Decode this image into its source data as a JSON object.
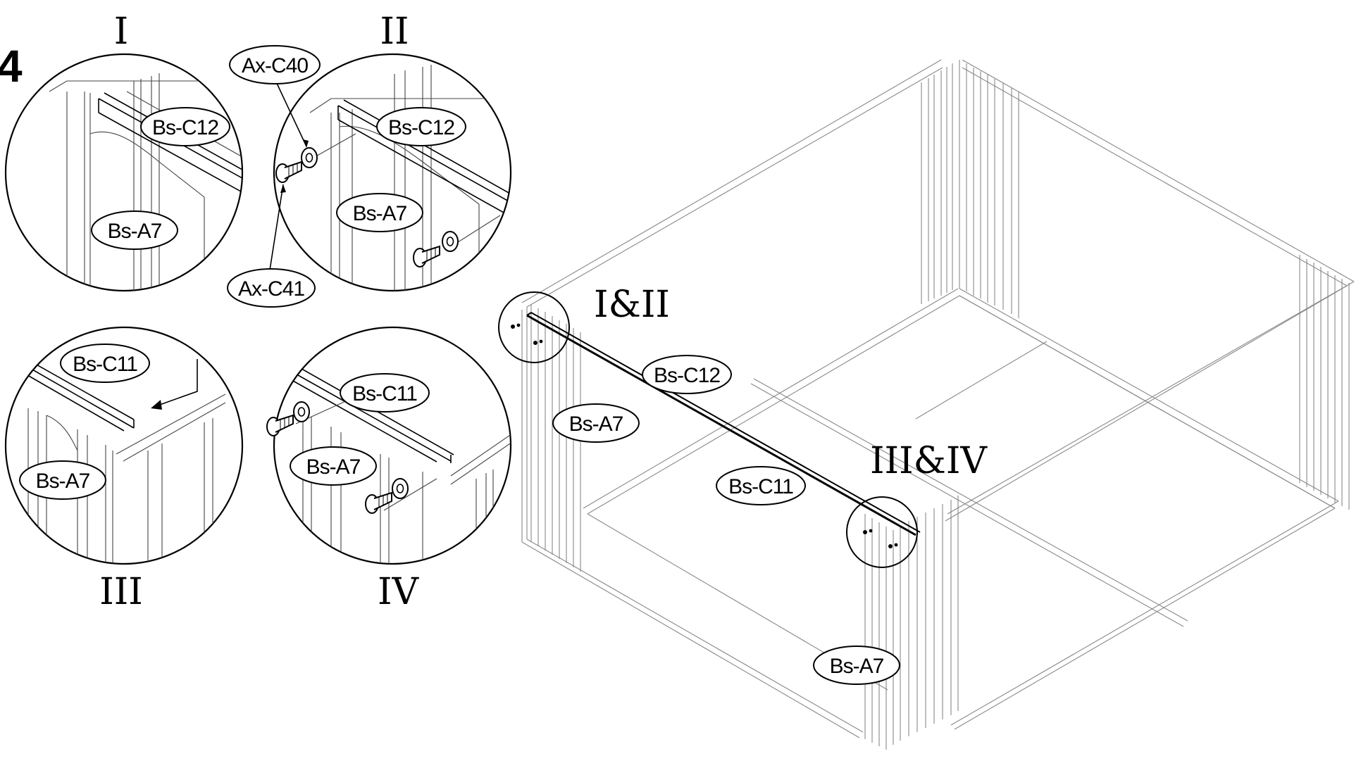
{
  "step_number": "4",
  "detail_titles": {
    "d1": "I",
    "d2": "II",
    "d3": "III",
    "d4": "IV",
    "main_a": "I&II",
    "main_b": "III&IV"
  },
  "part_labels": {
    "d1_rail": "Bs-C12",
    "d1_panel": "Bs-A7",
    "d2_washer": "Ax-C40",
    "d2_screw": "Ax-C41",
    "d2_rail": "Bs-C12",
    "d2_panel": "Bs-A7",
    "d3_rail": "Bs-C11",
    "d3_panel": "Bs-A7",
    "d4_rail": "Bs-C11",
    "d4_panel": "Bs-A7",
    "main_rail_top": "Bs-C12",
    "main_panel_left": "Bs-A7",
    "main_rail_bottom": "Bs-C11",
    "main_panel_front": "Bs-A7"
  }
}
